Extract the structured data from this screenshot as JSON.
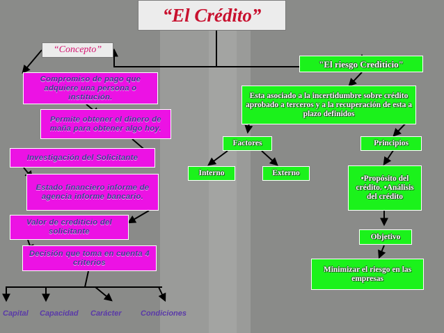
{
  "title": "“El Crédito”",
  "concept": {
    "label": "“Concepto”",
    "items": [
      "Compromiso de pago que adquiere una persona o institución.",
      "Permite obtener el dinero de maña para obtener algo hoy.",
      "Investigación del Solicitante",
      "Estado financiero informe de agencia informe bancario.",
      "Valor de crediticio del solicitante",
      "Decisión que toma en cuenta 4 criterios"
    ],
    "criteria": [
      "Capital",
      "Capacidad",
      "Carácter",
      "Condiciones"
    ]
  },
  "risk": {
    "title": "\"El riesgo Crediticio\"",
    "description": "Esta asociado a la incertidumbre sobre crédito aprobado a terceros y a la recuperación de esta a plazo definidos",
    "factors": {
      "label": "Factores",
      "items": [
        "Interno",
        "Externo"
      ]
    },
    "principles": {
      "label": "Principios",
      "items": "•Propósito del crédito. •Análisis del crédito"
    },
    "objective": {
      "label": "Objetivo",
      "text": "Minimizar el riesgo en las empresas"
    }
  },
  "colors": {
    "background": "#8a8b89",
    "concept_nodes": "#ec12e4",
    "risk_nodes": "#1bf21b",
    "title_text": "#c8102e",
    "connector": "#000000"
  }
}
